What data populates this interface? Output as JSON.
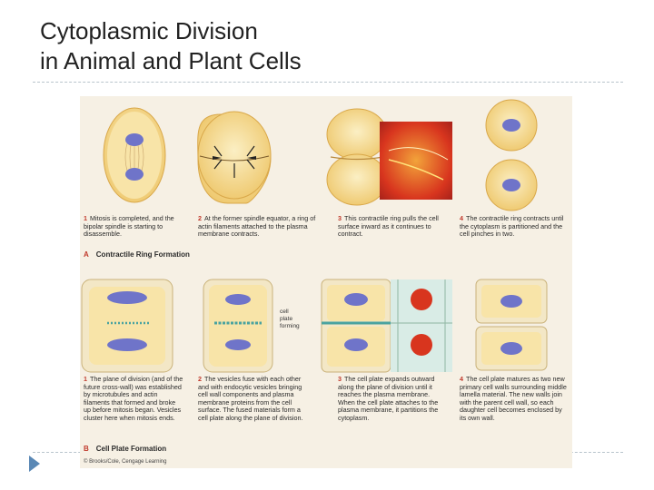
{
  "slide": {
    "title_line1": "Cytoplasmic Division",
    "title_line2": "in Animal and Plant Cells"
  },
  "figure": {
    "section_a": {
      "letter": "A",
      "title": "Contractile Ring Formation"
    },
    "section_b": {
      "letter": "B",
      "title": "Cell Plate Formation"
    },
    "row_a_captions": [
      {
        "num": "1",
        "text": "Mitosis is completed, and the bipolar spindle is starting to disassemble."
      },
      {
        "num": "2",
        "text": "At the former spindle equator, a ring of actin filaments attached to the plasma membrane contracts."
      },
      {
        "num": "3",
        "text": "This contractile ring pulls the cell surface inward as it continues to contract."
      },
      {
        "num": "4",
        "text": "The contractile ring contracts until the cytoplasm is partitioned and the cell pinches in two."
      }
    ],
    "row_b_captions": [
      {
        "num": "1",
        "text": "The plane of division (and of the future cross-wall) was established by microtubules and actin filaments that formed and broke up before mitosis began. Vesicles cluster here when mitosis ends."
      },
      {
        "num": "2",
        "text": "The vesicles fuse with each other and with endocytic vesicles bringing cell wall components and plasma membrane proteins from the cell surface. The fused materials form a cell plate along the plane of division."
      },
      {
        "num": "3",
        "text": "The cell plate expands outward along the plane of division until it reaches the plasma membrane. When the cell plate attaches to the plasma membrane, it partitions the cytoplasm."
      },
      {
        "num": "4",
        "text": "The cell plate matures as two new primary cell walls surrounding middle lamella material. The new walls join with the parent cell wall, so each daughter cell becomes enclosed by its own wall."
      }
    ],
    "side_label": [
      "cell",
      "plate",
      "forming"
    ],
    "credit": "© Brooks/Cole, Cengage Learning"
  },
  "colors": {
    "cytoplasm": "#f5df9a",
    "chromosome": "#6f74c9",
    "caption_number": "#c0392b",
    "figure_bg": "#f6f0e4",
    "micrograph_red": "#d8351e",
    "plant_wall": "#8fb6a3"
  }
}
